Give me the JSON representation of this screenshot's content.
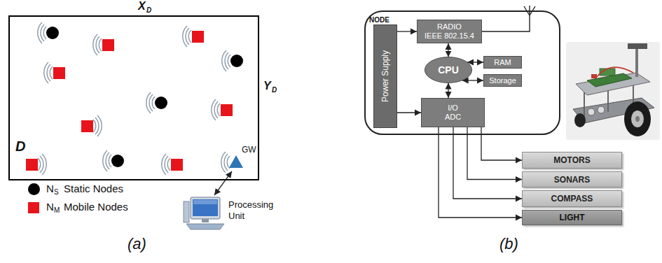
{
  "diagram": {
    "nodes": [
      {
        "text": [
          "D"
        ]
      },
      {
        "text": [
          "NODE"
        ]
      },
      {
        "text": [
          "Power Supply"
        ],
        "in": 1
      },
      {
        "text": [
          "RADIO",
          "IEEE 802.15.4"
        ],
        "in": 1
      },
      {
        "text": [
          "CPU"
        ],
        "in": 1
      },
      {
        "text": [
          "RAM"
        ],
        "in": 1
      },
      {
        "text": [
          "Storage"
        ],
        "in": 1
      },
      {
        "text": [
          "I/O",
          "ADC"
        ],
        "in": 1
      },
      {
        "text": [
          "MOTORS"
        ]
      },
      {
        "text": [
          "SONARS"
        ]
      },
      {
        "text": [
          "COMPASS"
        ]
      },
      {
        "text": [
          "LIGHT"
        ]
      }
    ],
    "edges": [
      {
        "from": 2,
        "to": 3,
        "arrow": "to"
      },
      {
        "from": 2,
        "to": 7,
        "arrow": "to"
      },
      {
        "from": 3,
        "to": 4,
        "arrow": "both"
      },
      {
        "from": 4,
        "to": 5,
        "arrow": "both"
      },
      {
        "from": 4,
        "to": 6,
        "arrow": "both"
      },
      {
        "from": 4,
        "to": 7,
        "arrow": "both"
      },
      {
        "from": 7,
        "to": 8,
        "arrow": "to"
      },
      {
        "from": 7,
        "to": 9,
        "arrow": "to"
      },
      {
        "from": 7,
        "to": 10,
        "arrow": "to"
      },
      {
        "from": 7,
        "to": 11,
        "arrow": "to"
      }
    ],
    "labels": [
      "X",
      "D",
      "Y",
      "D",
      "GW",
      "Processing Unit",
      "N",
      "S",
      "N",
      "M",
      "(a)",
      "(b)"
    ],
    "legend": [
      {
        "text": "Static Nodes",
        "color": "#000000"
      },
      {
        "text": "Mobile Nodes",
        "color": "#e8141b"
      }
    ]
  }
}
